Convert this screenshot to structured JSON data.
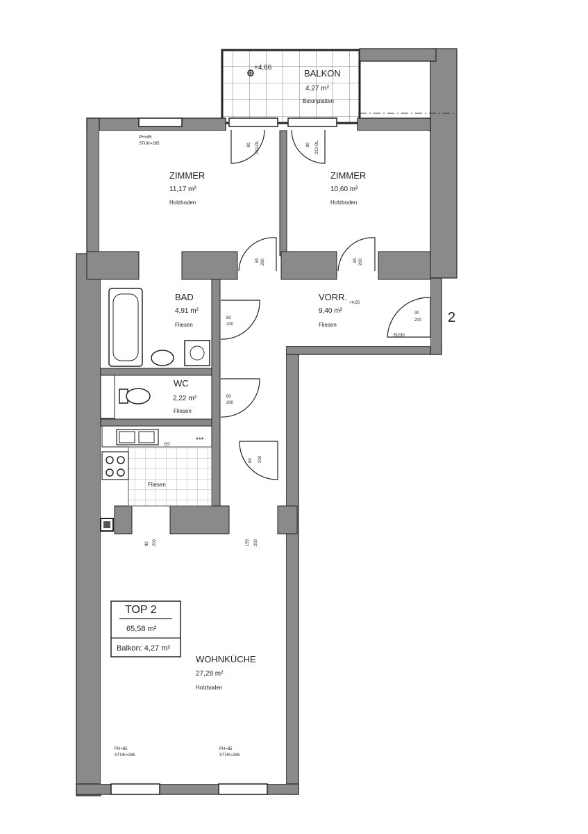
{
  "balcony": {
    "level": "+4,66",
    "name": "BALKON",
    "area": "4,27 m²",
    "floor": "Betonplatten"
  },
  "rooms": [
    {
      "id": "zimmer1",
      "name": "ZIMMER",
      "area": "11,17 m²",
      "floor": "Holzboden"
    },
    {
      "id": "zimmer2",
      "name": "ZIMMER",
      "area": "10,60 m²",
      "floor": "Holzboden"
    },
    {
      "id": "bad",
      "name": "BAD",
      "area": "4,91 m²",
      "floor": "Fliesen"
    },
    {
      "id": "vorr",
      "name": "VORR.",
      "area": "9,40 m²",
      "floor": "Fliesen"
    },
    {
      "id": "wc",
      "name": "WC",
      "area": "2,22 m²",
      "floor": "Fliesen"
    },
    {
      "id": "kitchen",
      "name": "",
      "area": "",
      "floor": "Fliesen"
    },
    {
      "id": "wohnkueche",
      "name": "WOHNKÜCHE",
      "area": "27,28 m²",
      "floor": "Holzboden"
    }
  ],
  "level_vorr": "+4,65",
  "window_notes": {
    "top_left": {
      "ph": "PH=85",
      "stuk": "STUK=285"
    },
    "bottom_left": {
      "ph": "PH=85",
      "stuk": "STUK=285"
    },
    "bottom_right": {
      "ph": "PH=85",
      "stuk": "STUK=285"
    }
  },
  "doors": {
    "balcony_left": [
      "80",
      "210-OL"
    ],
    "balcony_right": [
      "80",
      "210-OL"
    ],
    "zimmer1": [
      "80",
      "200"
    ],
    "zimmer2": [
      "80",
      "200"
    ],
    "bad": [
      "80",
      "200"
    ],
    "wc": [
      "80",
      "200"
    ],
    "kitchen": [
      "80",
      "200"
    ],
    "entrance": [
      "90",
      "200"
    ],
    "wohn_left": [
      "80",
      "200"
    ],
    "wohn_right": [
      "155",
      "200"
    ]
  },
  "entrance_label": "EI230",
  "unit_number": "2",
  "kitchen_labels": {
    "gs": "GS",
    "stars": "***"
  },
  "summary": {
    "title": "TOP 2",
    "total": "65,58 m²",
    "balcony": "Balkon: 4,27 m²"
  }
}
